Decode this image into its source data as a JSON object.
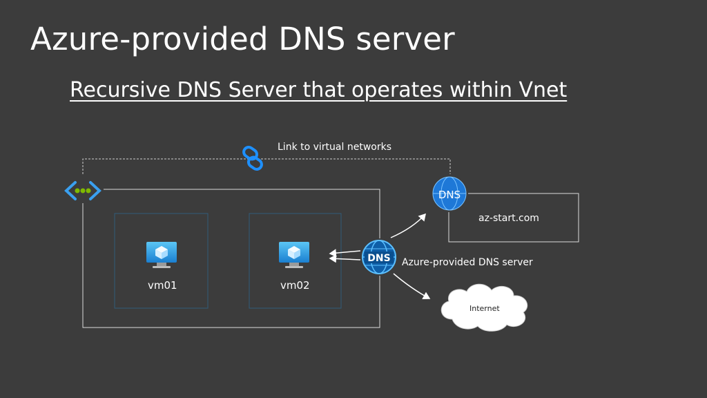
{
  "slide": {
    "title": "Azure-provided DNS server",
    "subtitle": "Recursive DNS Server that operates within Vnet"
  },
  "diagram": {
    "link_label": "Link to virtual networks",
    "vms": [
      {
        "name": "vm01",
        "icon": "virtual-machine-icon"
      },
      {
        "name": "vm02",
        "icon": "virtual-machine-icon"
      }
    ],
    "dns_server_label": "Azure-provided DNS server",
    "dns_badge_text": "DNS",
    "private_zone": {
      "badge_text": "DNS",
      "name": "az-start.com"
    },
    "internet_label": "Internet",
    "icons": [
      "vnet-icon",
      "link-chain-icon",
      "dns-globe-icon",
      "private-dns-zone-icon",
      "cloud-icon"
    ],
    "colors": {
      "background": "#3c3c3c",
      "vm_box_border": "#2f5d7a",
      "azure_blue": "#1e90ff",
      "vnet_green": "#7fba00"
    }
  }
}
